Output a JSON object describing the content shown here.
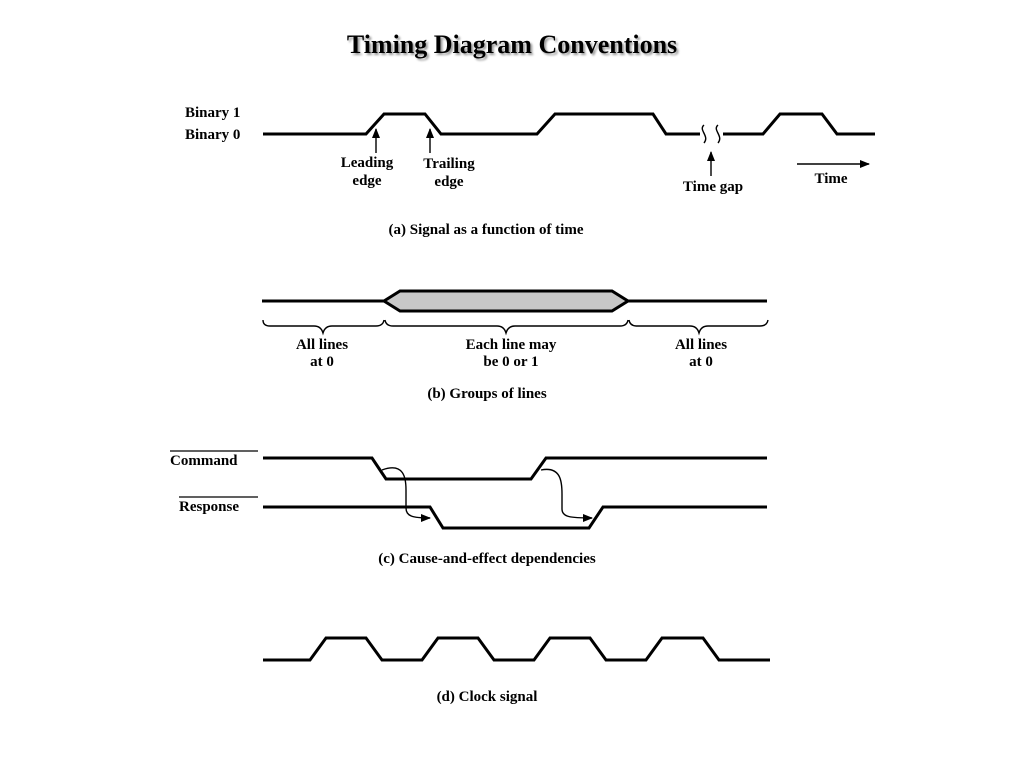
{
  "title": "Timing Diagram Conventions",
  "panel_a": {
    "level_high": "Binary 1",
    "level_low": "Binary 0",
    "leading_edge": [
      "Leading",
      "edge"
    ],
    "trailing_edge": [
      "Trailing",
      "edge"
    ],
    "time_gap": "Time gap",
    "time_axis": "Time",
    "caption": "(a) Signal as a function of time"
  },
  "panel_b": {
    "left_label": [
      "All lines",
      "at 0"
    ],
    "middle_label": [
      "Each line may",
      "be 0 or 1"
    ],
    "right_label": [
      "All lines",
      "at 0"
    ],
    "caption": "(b) Groups of lines"
  },
  "panel_c": {
    "command_label": "Command",
    "response_label": "Response",
    "caption": "(c) Cause-and-effect dependencies"
  },
  "panel_d": {
    "caption": "(d) Clock signal"
  },
  "colors": {
    "line": "#000000",
    "bus_fill": "#c8c8c8",
    "title_shadow": "#9a9a9a"
  }
}
